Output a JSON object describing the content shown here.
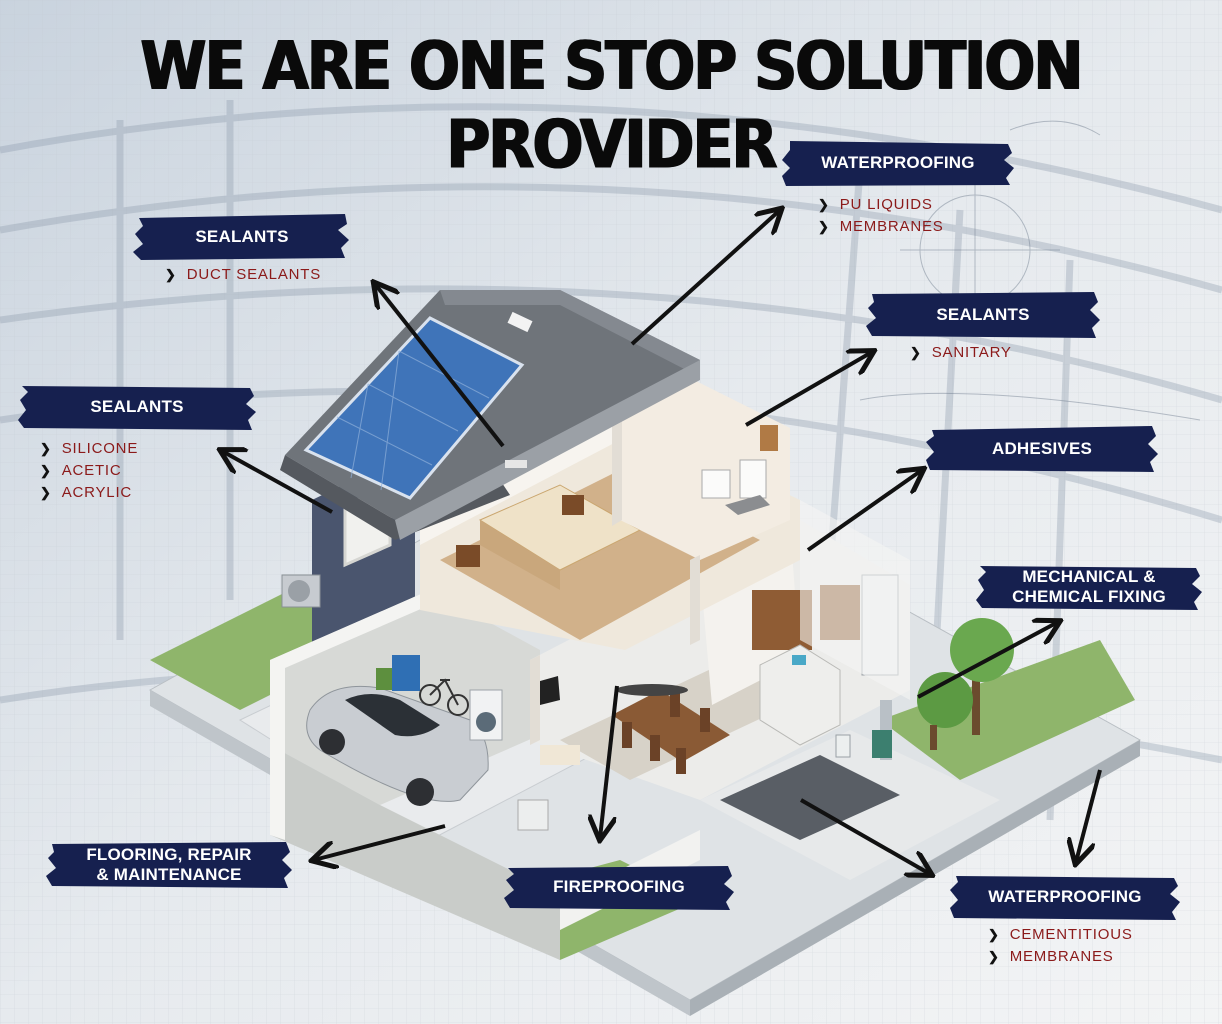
{
  "title": "WE ARE ONE STOP SOLUTION PROVIDER",
  "colors": {
    "banner": "#16204f",
    "item_text": "#8b1a1a",
    "title": "#0a0a0a",
    "arrow": "#111111"
  },
  "callouts": {
    "sealants_roof": {
      "label": "SEALANTS",
      "items": [
        "DUCT SEALANTS"
      ]
    },
    "sealants_wall": {
      "label": "SEALANTS",
      "items": [
        "SILICONE",
        "ACETIC",
        "ACRYLIC"
      ]
    },
    "waterproofing_roof": {
      "label": "WATERPROOFING",
      "items": [
        "PU LIQUIDS",
        "MEMBRANES"
      ]
    },
    "sealants_bath": {
      "label": "SEALANTS",
      "items": [
        "SANITARY"
      ]
    },
    "adhesives": {
      "label": "ADHESIVES",
      "items": []
    },
    "mechanical": {
      "label_line1": "MECHANICAL &",
      "label_line2": "CHEMICAL FIXING",
      "items": []
    },
    "flooring": {
      "label_line1": "FLOORING, REPAIR",
      "label_line2": "& MAINTENANCE",
      "items": []
    },
    "fireproofing": {
      "label": "FIREPROOFING",
      "items": []
    },
    "waterproofing_base": {
      "label": "WATERPROOFING",
      "items": [
        "CEMENTITIOUS",
        "MEMBRANES"
      ]
    }
  },
  "icons": [
    "chevron-right-icon",
    "arrow-icon",
    "solar-panel",
    "car",
    "bicycle",
    "tree"
  ]
}
